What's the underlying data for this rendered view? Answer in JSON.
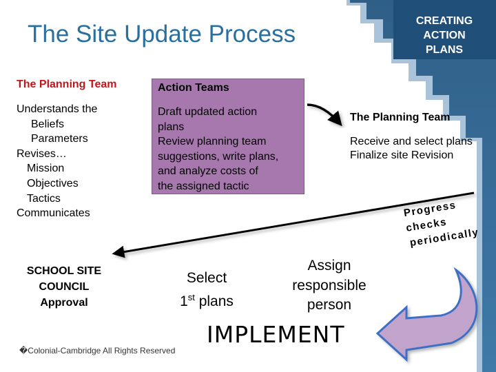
{
  "title": "The Site Update Process",
  "corner_label": [
    "CREATING",
    "ACTION",
    "PLANS"
  ],
  "planning_team_left": {
    "heading": "The Planning Team",
    "lines": [
      "Understands the",
      "Beliefs",
      "Parameters",
      "Revises…",
      "Mission",
      "Objectives",
      "Tactics",
      "Communicates"
    ]
  },
  "action_teams": {
    "heading": "Action Teams",
    "lines": [
      "Draft updated action",
      "plans",
      "Review planning team",
      "suggestions, write plans,",
      "and analyze costs of",
      "the assigned tactic"
    ]
  },
  "planning_team_right": {
    "heading": "The Planning Team",
    "lines": [
      "Receive and select plans",
      "Finalize site Revision"
    ]
  },
  "progress_text": [
    "Progress",
    "checks",
    "periodically"
  ],
  "school_site_council": [
    "SCHOOL SITE",
    "COUNCIL",
    "Approval"
  ],
  "select": {
    "line1": "Select",
    "line2_main": "1",
    "line2_sup": "st",
    "line2_rest": " plans"
  },
  "assign": [
    "Assign",
    "responsible",
    "person"
  ],
  "implement": "IMPLEMENT",
  "copyright": "�Colonial-Cambridge All Rights Reserved",
  "colors": {
    "title": "#2a6f9e",
    "heading_red": "#c0161c",
    "action_box": "#a678ae",
    "stair_dark": "#2f5f87",
    "stair_light": "#9ab8d4",
    "curved_arrow_fill": "#c2a3cb",
    "curved_arrow_stroke": "#3d6fc4"
  },
  "icons": [
    "curved-return-arrow-icon",
    "stairs-graphic-icon"
  ]
}
